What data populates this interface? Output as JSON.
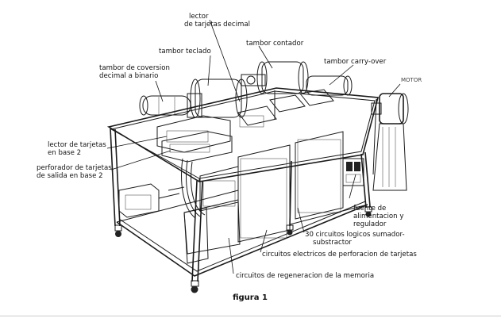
{
  "labels": {
    "lector_decimal_1": "lector",
    "lector_decimal_2": "de tarjetas decimal",
    "tambor_contador": "tambor contador",
    "tambor_teclado": "tambor  teclado",
    "tambor_conversion_1": "tambor de coversion",
    "tambor_conversion_2": "decimal a binario",
    "tambor_carry_over": "tambor carry-over",
    "motor": "MOTOR",
    "lector_base2_1": "lector de tarjetas",
    "lector_base2_2": "en base 2",
    "perforador_1": "perforador de tarjetas,",
    "perforador_2": "de salida en base 2",
    "fuente_1": "fuente de",
    "fuente_2": "alimentacion y",
    "fuente_3": "regulador",
    "circuitos_logicos_1": "30 circuitos logicos sumador-",
    "circuitos_logicos_2": "substractor",
    "circuitos_perforacion": "circuitos electricos de perforacion de tarjetas",
    "circuitos_regeneracion": "circuitos de regeneracion de la memoria"
  },
  "caption": "figura 1",
  "colors": {
    "ink": "#111111",
    "background": "#ffffff",
    "divider": "#cccccc"
  }
}
